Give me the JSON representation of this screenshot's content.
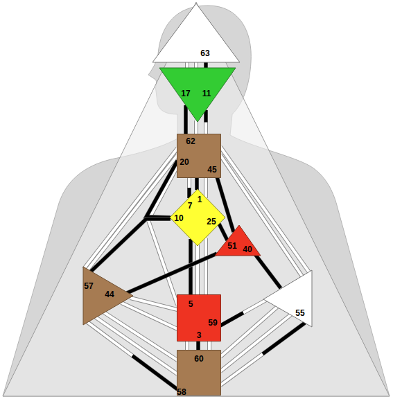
{
  "diagram": {
    "nodes": [
      {
        "text": [
          "63"
        ]
      },
      {
        "text": [
          "17",
          "11"
        ]
      },
      {
        "text": [
          "62",
          "20",
          "45"
        ]
      },
      {
        "text": [
          "1",
          "7",
          "10",
          "25"
        ]
      },
      {
        "text": [
          "51",
          "40"
        ]
      },
      {
        "text": [
          "57",
          "44"
        ]
      },
      {
        "text": [
          "5",
          "59",
          "3"
        ]
      },
      {
        "text": [
          "55"
        ]
      },
      {
        "text": [
          "60",
          "58"
        ]
      }
    ],
    "edges": [
      {
        "from": 0,
        "to": 1,
        "arrow": "none"
      },
      {
        "from": 0,
        "to": 1,
        "arrow": "none"
      },
      {
        "from": 0,
        "to": 1,
        "arrow": "none"
      },
      {
        "from": 1,
        "to": 2,
        "arrow": "none"
      },
      {
        "from": 1,
        "to": 2,
        "arrow": "none"
      },
      {
        "from": 1,
        "to": 2,
        "arrow": "none"
      },
      {
        "from": 2,
        "to": 3,
        "arrow": "none"
      },
      {
        "from": 2,
        "to": 3,
        "arrow": "none"
      },
      {
        "from": 2,
        "to": 3,
        "arrow": "none"
      },
      {
        "from": 2,
        "to": 3,
        "arrow": "none"
      },
      {
        "from": 2,
        "to": 5,
        "arrow": "none"
      },
      {
        "from": 2,
        "to": 5,
        "arrow": "none"
      },
      {
        "from": 2,
        "to": 6,
        "arrow": "none"
      },
      {
        "from": 2,
        "to": 4,
        "arrow": "none"
      },
      {
        "from": 2,
        "to": 7,
        "arrow": "none"
      },
      {
        "from": 2,
        "to": 7,
        "arrow": "none"
      },
      {
        "from": 3,
        "to": 4,
        "arrow": "none"
      },
      {
        "from": 3,
        "to": 6,
        "arrow": "none"
      },
      {
        "from": 3,
        "to": 6,
        "arrow": "none"
      },
      {
        "from": 3,
        "to": 6,
        "arrow": "none"
      },
      {
        "from": 3,
        "to": 5,
        "arrow": "none"
      },
      {
        "from": 4,
        "to": 5,
        "arrow": "none"
      },
      {
        "from": 4,
        "to": 7,
        "arrow": "none"
      },
      {
        "from": 5,
        "to": 6,
        "arrow": "none"
      },
      {
        "from": 5,
        "to": 6,
        "arrow": "none"
      },
      {
        "from": 5,
        "to": 8,
        "arrow": "none"
      },
      {
        "from": 5,
        "to": 8,
        "arrow": "none"
      },
      {
        "from": 5,
        "to": 8,
        "arrow": "none"
      },
      {
        "from": 6,
        "to": 7,
        "arrow": "none"
      },
      {
        "from": 6,
        "to": 8,
        "arrow": "none"
      },
      {
        "from": 6,
        "to": 8,
        "arrow": "none"
      },
      {
        "from": 6,
        "to": 8,
        "arrow": "none"
      },
      {
        "from": 7,
        "to": 8,
        "arrow": "none"
      },
      {
        "from": 7,
        "to": 8,
        "arrow": "none"
      },
      {
        "from": 7,
        "to": 8,
        "arrow": "none"
      }
    ]
  }
}
